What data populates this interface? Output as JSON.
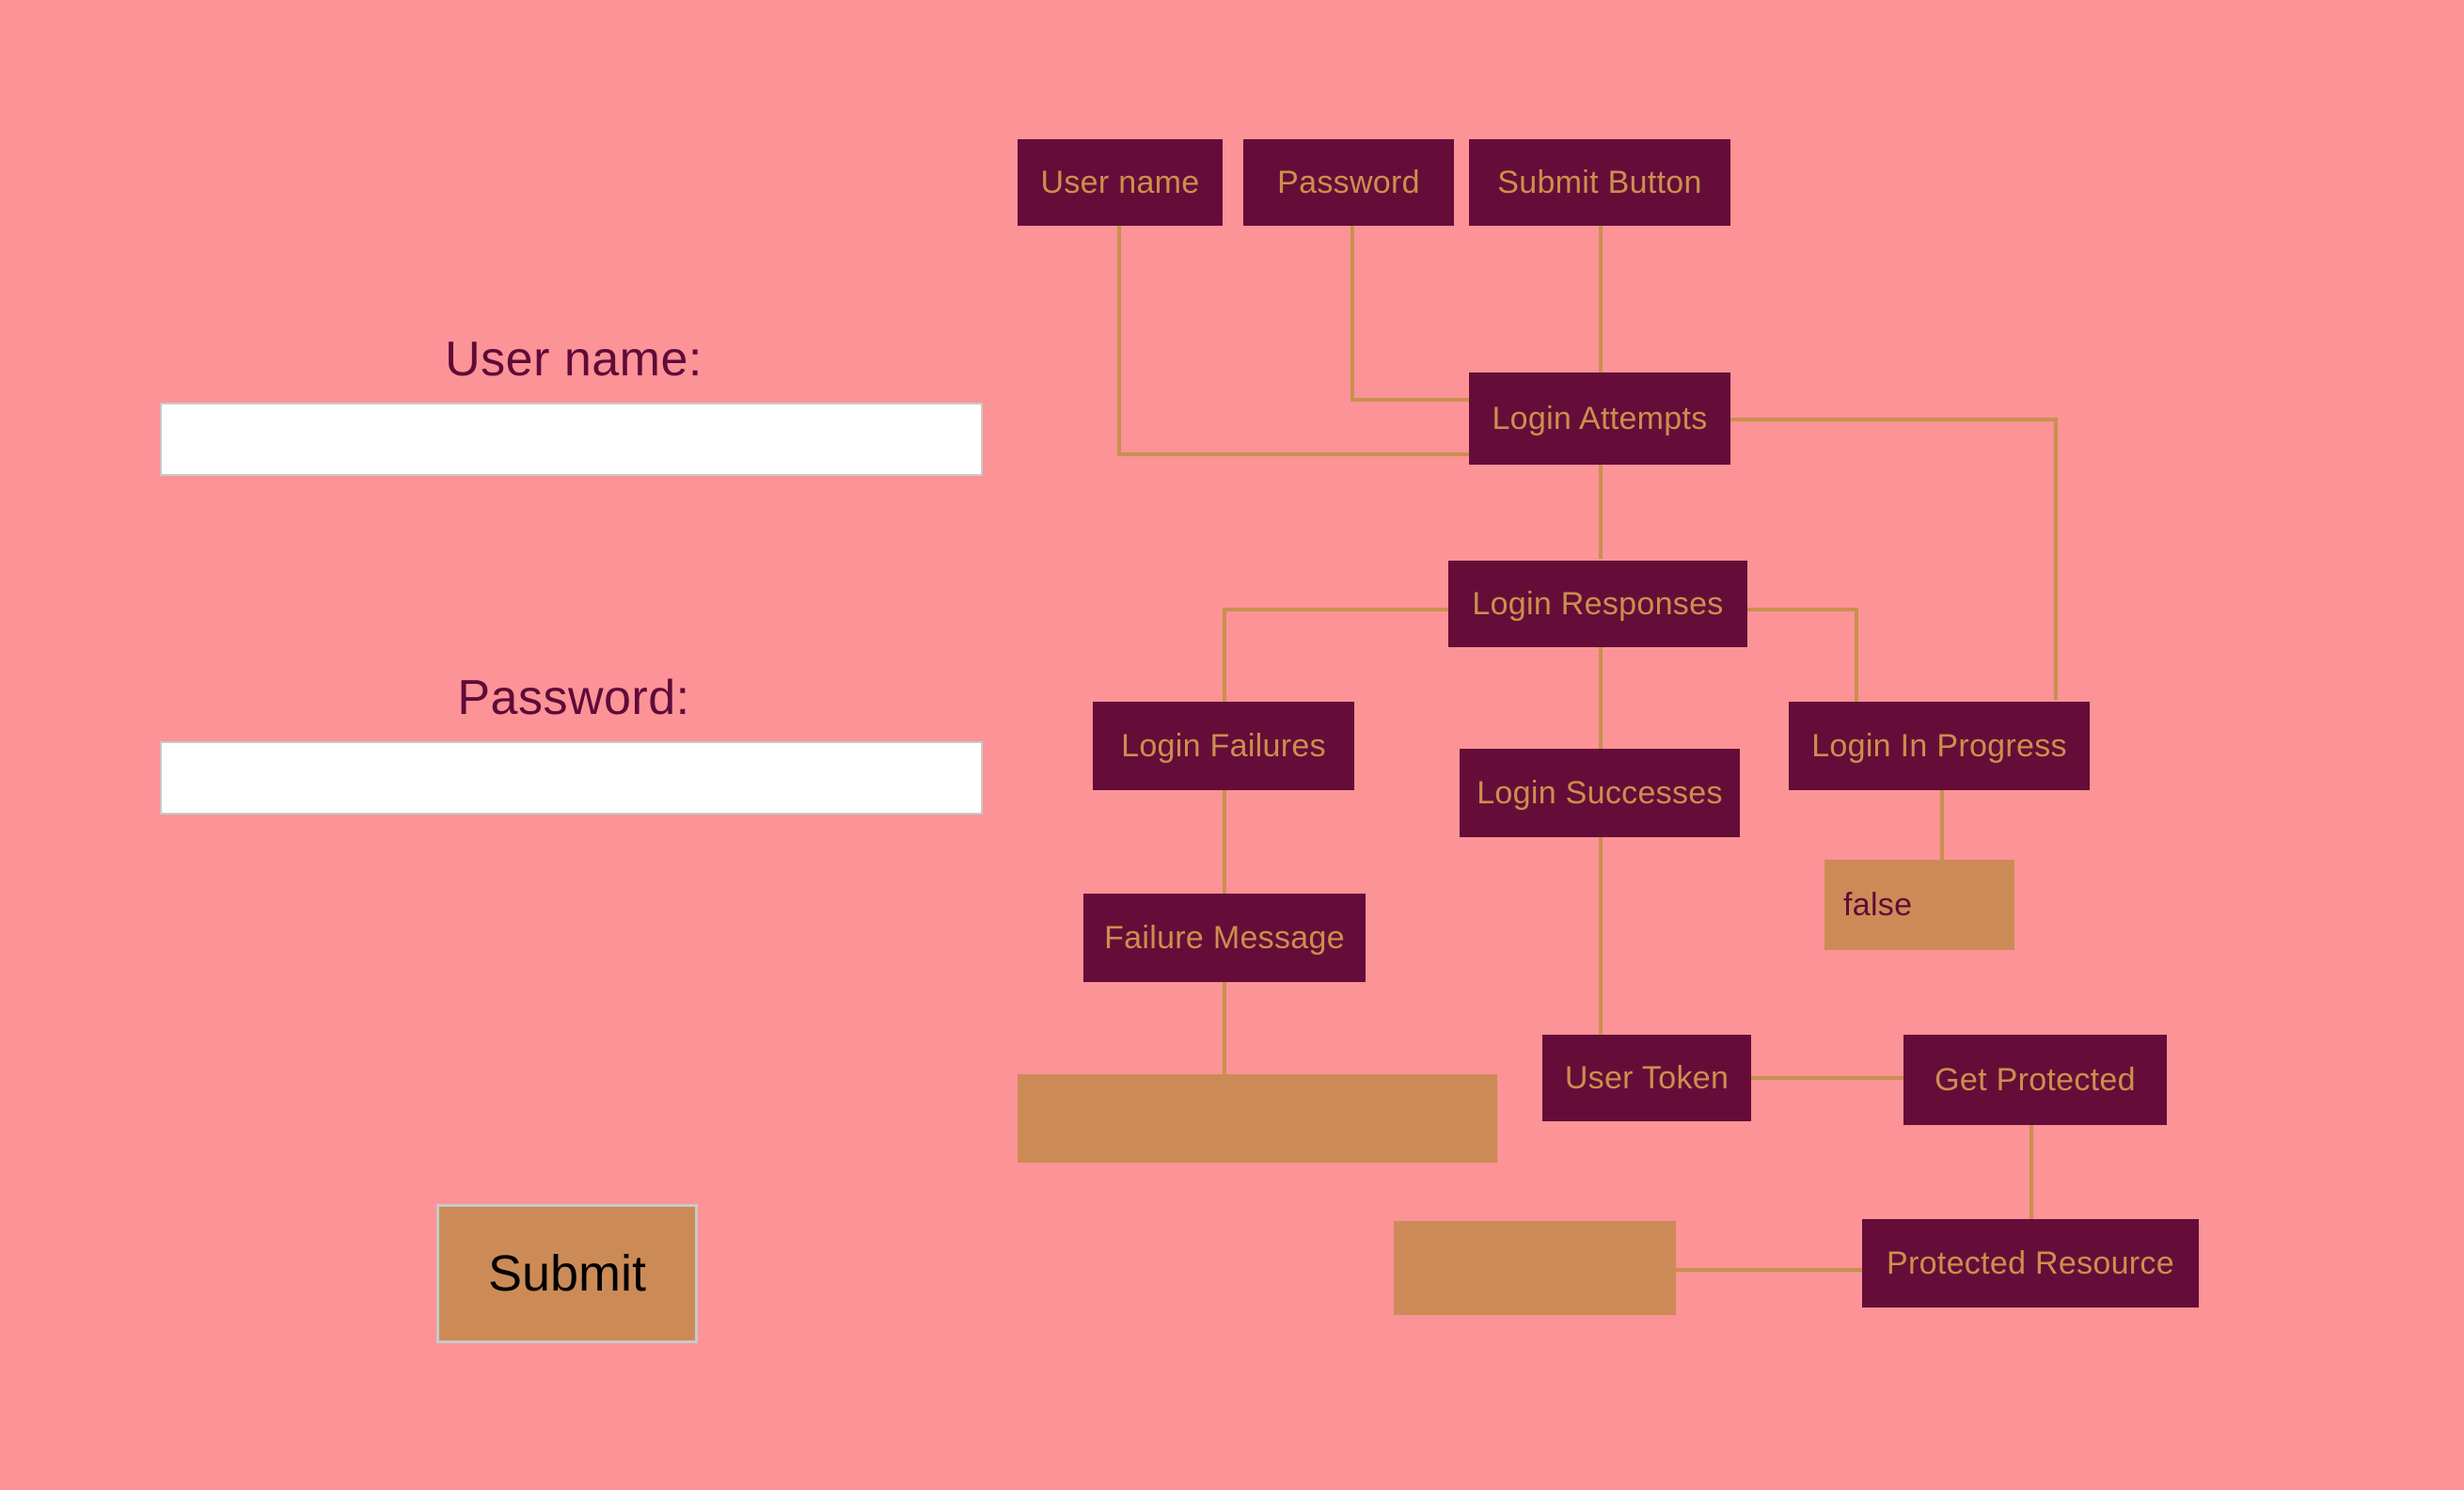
{
  "page": {
    "background_color": "#FB9397",
    "node_color": "#650D38",
    "node_text_color": "#CC8E4E",
    "value_node_color": "#CC8B56",
    "edge_color": "#C9904E",
    "label_color": "#5F0A38"
  },
  "form": {
    "username_label": "User name:",
    "username_value": "",
    "username_placeholder": "",
    "password_label": "Password:",
    "password_value": "",
    "password_placeholder": "",
    "submit_label": "Submit"
  },
  "diagram": {
    "nodes": [
      {
        "id": "user-name",
        "label": "User name",
        "type": "entity"
      },
      {
        "id": "password",
        "label": "Password",
        "type": "entity"
      },
      {
        "id": "submit-button",
        "label": "Submit Button",
        "type": "entity"
      },
      {
        "id": "login-attempts",
        "label": "Login Attempts",
        "type": "entity"
      },
      {
        "id": "login-responses",
        "label": "Login Responses",
        "type": "entity"
      },
      {
        "id": "login-failures",
        "label": "Login Failures",
        "type": "entity"
      },
      {
        "id": "login-successes",
        "label": "Login Successes",
        "type": "entity"
      },
      {
        "id": "login-in-progress",
        "label": "Login In Progress",
        "type": "entity"
      },
      {
        "id": "failure-message",
        "label": "Failure Message",
        "type": "entity"
      },
      {
        "id": "false-value",
        "label": "false",
        "type": "value"
      },
      {
        "id": "user-token",
        "label": "User Token",
        "type": "entity"
      },
      {
        "id": "get-protected",
        "label": "Get Protected",
        "type": "entity"
      },
      {
        "id": "protected-resource",
        "label": "Protected Resource",
        "type": "entity"
      },
      {
        "id": "failure-message-value",
        "label": "",
        "type": "value"
      },
      {
        "id": "protected-resource-value",
        "label": "",
        "type": "value"
      }
    ]
  }
}
